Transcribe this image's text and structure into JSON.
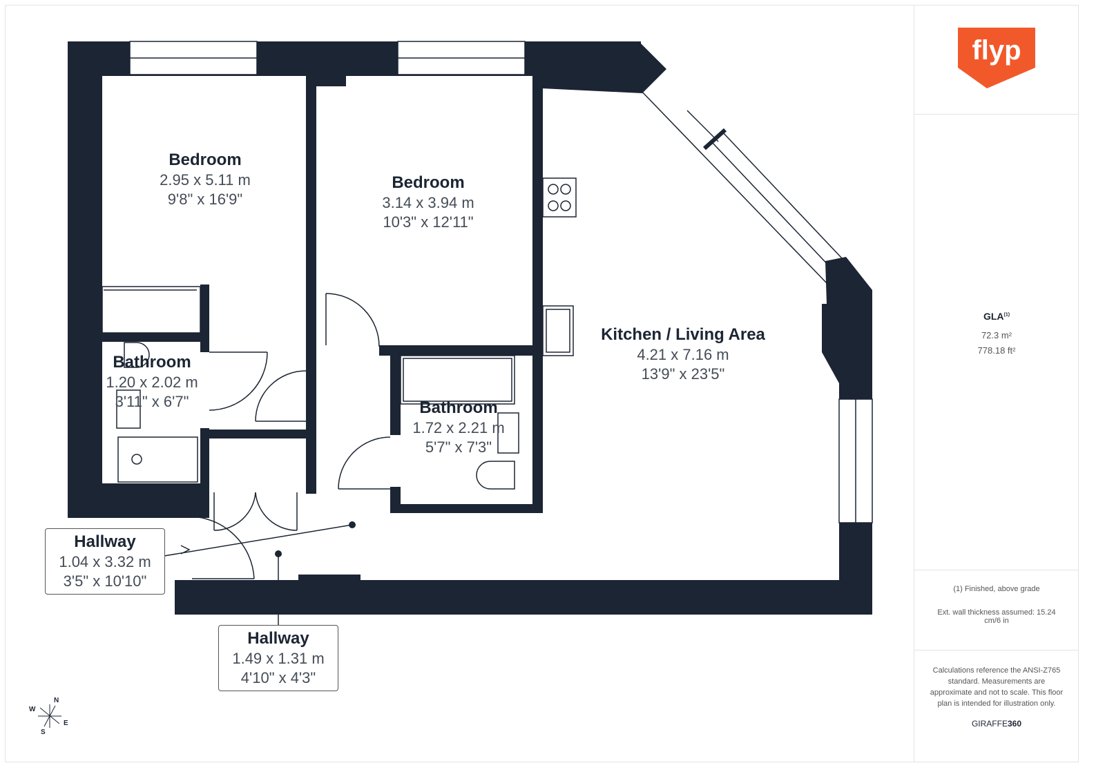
{
  "logo": {
    "text": "flyp",
    "color": "#f2592a"
  },
  "rooms": [
    {
      "name": "Bedroom",
      "metric": "2.95 x 5.11 m",
      "imperial": "9'8\" x 16'9\""
    },
    {
      "name": "Bedroom",
      "metric": "3.14 x 3.94 m",
      "imperial": "10'3\" x 12'11\""
    },
    {
      "name": "Kitchen / Living Area",
      "metric": "4.21 x 7.16 m",
      "imperial": "13'9\" x 23'5\""
    },
    {
      "name": "Bathroom",
      "metric": "1.20 x 2.02 m",
      "imperial": "3'11\" x 6'7\""
    },
    {
      "name": "Bathroom",
      "metric": "1.72 x 2.21 m",
      "imperial": "5'7\" x 7'3\""
    },
    {
      "name": "Hallway",
      "metric": "1.04 x 3.32 m",
      "imperial": "3'5\" x 10'10\""
    },
    {
      "name": "Hallway",
      "metric": "1.49 x 1.31 m",
      "imperial": "4'10\" x 4'3\""
    }
  ],
  "compass": {
    "n": "N",
    "e": "E",
    "s": "S",
    "w": "W"
  },
  "sidebar": {
    "gla_label": "GLA",
    "gla_sup": "(1)",
    "area_m": "72.3 m²",
    "area_ft": "778.18 ft²",
    "footnote": "(1) Finished, above grade",
    "wall_note": "Ext. wall thickness assumed: 15.24 cm/6 in",
    "disclaimer": "Calculations reference the ANSI-Z765 standard. Measurements are approximate and not to scale. This floor plan is intended for illustration only.",
    "brand_a": "GIRAFFE",
    "brand_b": "360"
  },
  "colors": {
    "wall": "#1c2533",
    "accent": "#f2592a"
  }
}
